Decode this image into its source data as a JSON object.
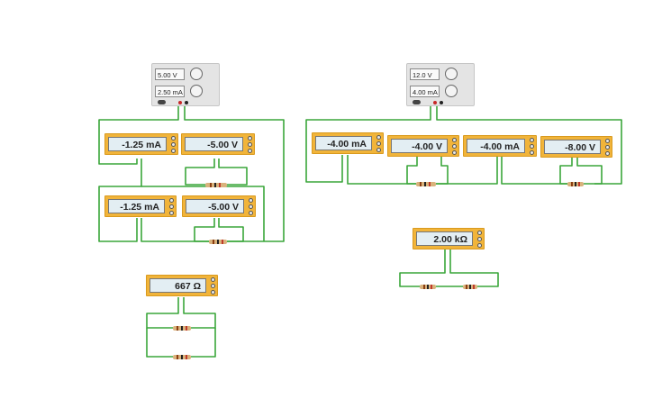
{
  "power_supplies": [
    {
      "voltage": "5.00 V",
      "current": "2.50 mA"
    },
    {
      "voltage": "12.0 V",
      "current": "4.00 mA"
    }
  ],
  "meters": {
    "left_top_ammeter": "-1.25 mA",
    "left_top_voltmeter": "-5.00 V",
    "left_bottom_ammeter": "-1.25 mA",
    "left_bottom_voltmeter": "-5.00 V",
    "left_ohmmeter": "667 Ω",
    "right_ammeter_1": "-4.00 mA",
    "right_voltmeter_1": "-4.00 V",
    "right_ammeter_2": "-4.00 mA",
    "right_voltmeter_2": "-8.00 V",
    "right_ohmmeter": "2.00 kΩ"
  },
  "colors": {
    "wire": "#3aa63a",
    "meter_body": "#f1b43a",
    "screen": "#e3eef3",
    "resistor": "#d9b27c"
  }
}
